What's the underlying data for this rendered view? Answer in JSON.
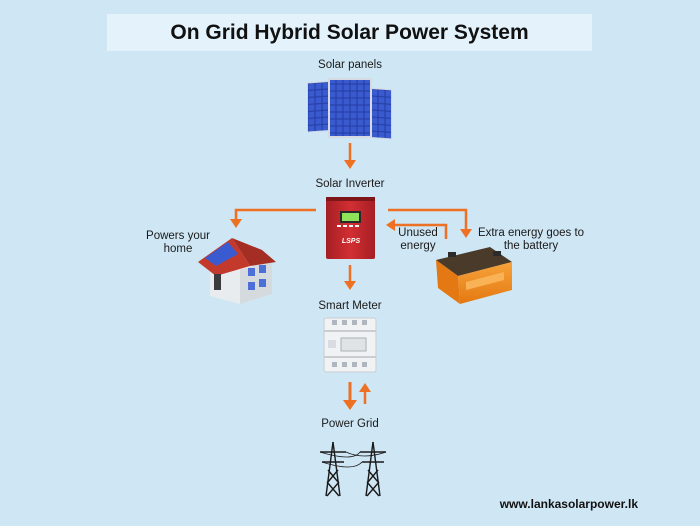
{
  "title": "On Grid Hybrid Solar Power System",
  "nodes": {
    "solar_panels": "Solar panels",
    "inverter": "Solar Inverter",
    "inverter_brand": "LSPS",
    "home": "Powers your home",
    "battery": "Extra energy goes to the battery",
    "unused": "Unused energy",
    "meter": "Smart Meter",
    "grid": "Power Grid"
  },
  "website": "www.lankasolarpower.lk",
  "colors": {
    "arrow": "#ee7022",
    "background": "#cfe6f4",
    "title_bg": "#e3f2fb",
    "inverter": "#c8282e",
    "battery": "#f2891d",
    "roof": "#c33a2d"
  }
}
